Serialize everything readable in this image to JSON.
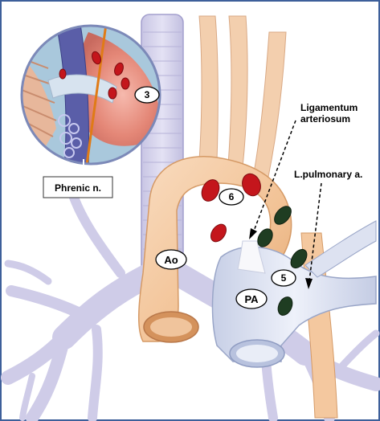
{
  "labels": {
    "ligamentum_line1": "Ligamentum",
    "ligamentum_line2": "arteriosum",
    "pulmonary_artery_left": "L.pulmonary a.",
    "phrenic_nerve": "Phrenic n.",
    "aorta": "Ao",
    "pulmonary_artery": "PA",
    "node_3": "3",
    "node_5": "5",
    "node_6": "6"
  },
  "colors": {
    "frame_border": "#3d5f9a",
    "airway_fill": "#d6d4ec",
    "airway_stroke": "#9c98c8",
    "aorta_fill": "#f4c79e",
    "pulmonary_artery_fill": "#dfe4f2",
    "red_node": "#c4161c",
    "green_node": "#1f3d22",
    "phrenic_nerve": "#e07b16"
  }
}
